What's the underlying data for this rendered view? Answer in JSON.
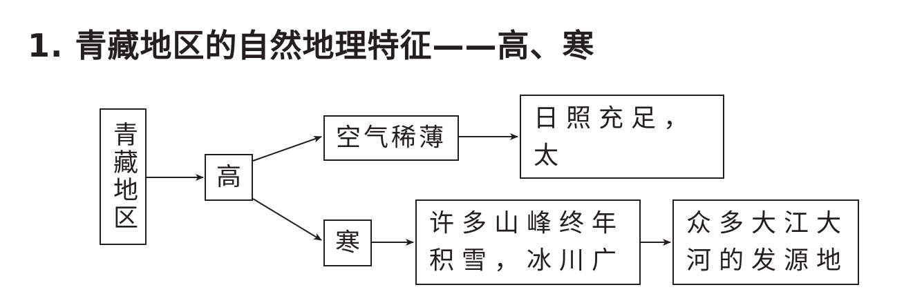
{
  "title": "1. 青藏地区的自然地理特征——高、寒",
  "nodes": {
    "region": "青藏地区",
    "high": "高",
    "thin_air": "空气稀薄",
    "sunshine": "日照充足，太\n阳能资源丰富",
    "cold": "寒",
    "snow": "许多山峰终年\n积雪，冰川广布",
    "rivers": "众多大江大\n河的发源地"
  }
}
